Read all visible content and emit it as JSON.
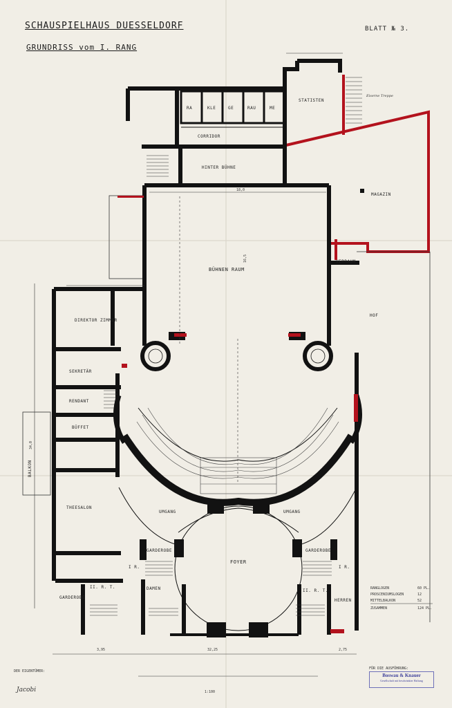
{
  "header": {
    "title": "SCHAUSPIELHAUS DUESSELDORF",
    "subtitle": "GRUNDRISS vom I. RANG",
    "sheet": "BLATT № 3."
  },
  "rooms": {
    "statisten": "STATISTEN",
    "corridor": "CORRIDOR",
    "hinter_buehne": "HINTER BÜHNE",
    "buehnen_raum": "BÜHNEN RAUM",
    "magazin": "MAGAZIN",
    "verraum": "VERRAUM",
    "hof": "HOF",
    "direktor": "DIREKTOR  ZIMMER",
    "sekretaer": "SEKRETÄR",
    "rendant": "RENDANT",
    "buffet": "BÜFFET",
    "balkon": "BALKON",
    "theesalon": "THEESALON",
    "umgang_l": "UMGANG",
    "umgang_r": "UMGANG",
    "foyer": "FOYER",
    "garderobe": "GARDEROBE",
    "garderobe_r": "GARDEROBE",
    "herren": "HERREN",
    "rang_l": "I R.",
    "rang_r": "I R.",
    "treppe_l": "II. R. T.",
    "treppe_r": "II. R. T.",
    "damen": "DAMEN",
    "dressing": [
      "RA",
      "KLE",
      "GE",
      "RAU",
      "ME"
    ]
  },
  "notes": {
    "eiserne_treppe": "Eiserne Treppe",
    "seats": [
      {
        "label": "RANGLOGEN",
        "value": "60 PL."
      },
      {
        "label": "PROSCENIUMSLOGEN",
        "value": "12"
      },
      {
        "label": "MITTELBALKON",
        "value": "52"
      },
      {
        "label": "ZUSAMMEN",
        "value": "124 PL."
      }
    ]
  },
  "dims": {
    "w_180": "18,0",
    "bottom_total": "32,25",
    "bottom_left": "3,95",
    "bottom_right": "2,75",
    "left_height": "34,0",
    "stage_depth": "16,5"
  },
  "footer": {
    "owner_label": "DER EIGENTÜMER:",
    "owner_sig": "Jacobi",
    "exec_label": "FÜR DIE AUSFÜHRUNG:",
    "stamp_name": "Boswau & Knauer",
    "stamp_sub": "Gesellschaft mit beschränkter Haftung",
    "scale": "1:100"
  },
  "colors": {
    "wall": "#121212",
    "new_wall": "#b3121d",
    "paper": "#f1eee6",
    "stamp": "#3d3f9a"
  }
}
